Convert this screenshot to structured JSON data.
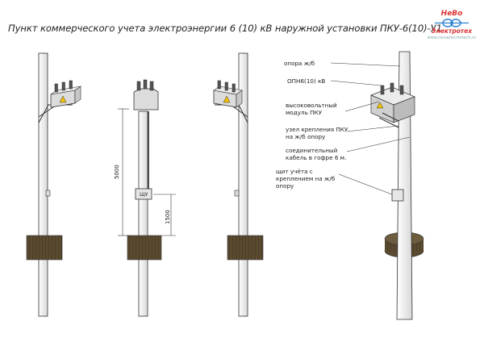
{
  "title": "Пункт коммерческого учета электроэнергии 6 (10) кВ наружной установки ПКУ-6(10)-У1",
  "logo": {
    "line1": "НеВо",
    "line2": "Электротех",
    "line3": "www.nevaelectrotech.ru",
    "color": "#d33333",
    "accent": "#2a7fd0"
  },
  "dimensions": {
    "height_total": "5000",
    "height_meter_box": "1500"
  },
  "meter_label": "ЩУ",
  "callouts": [
    {
      "id": "pole",
      "text": "опора ж/б"
    },
    {
      "id": "opn",
      "text": "ОПН6(10) кВ"
    },
    {
      "id": "module",
      "text": "высоковольтный модуль ПКУ"
    },
    {
      "id": "mount",
      "text": "узел крепления ПКУ на ж/б опору"
    },
    {
      "id": "cable",
      "text": "соединительный кабель в гофре 6 м."
    },
    {
      "id": "shield",
      "text": "щит учёта с креплением на ж/б опору"
    }
  ],
  "colors": {
    "pole": "#eeeeee",
    "outline": "#333333",
    "ground": "#5a4a30",
    "module": "#dcdcdc",
    "warning": "#f2c200"
  }
}
